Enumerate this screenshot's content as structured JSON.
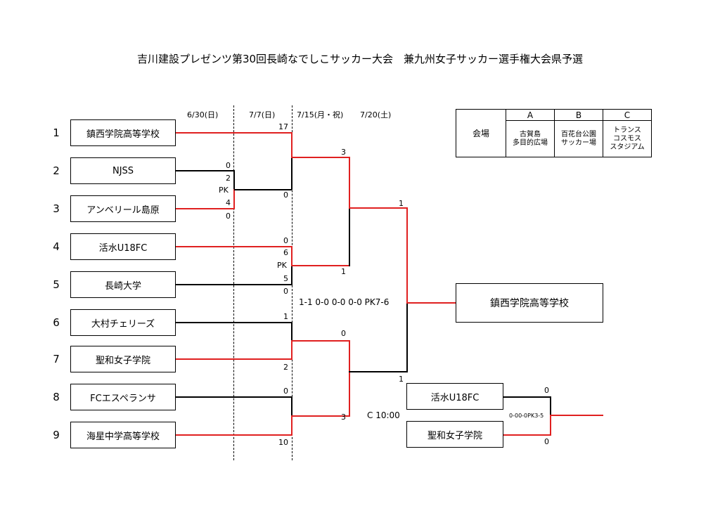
{
  "title": "吉川建設プレゼンツ第30回長崎なでしこサッカー大会　兼九州女子サッカー選手権大会県予選",
  "dates": [
    "6/30(日)",
    "7/7(日)",
    "7/15(月・祝)",
    "7/20(土)"
  ],
  "venue_table": {
    "label": "会場",
    "venues": [
      {
        "letter": "A",
        "name": "古賀島\n多目的広場"
      },
      {
        "letter": "B",
        "name": "百花台公園\nサッカー場"
      },
      {
        "letter": "C",
        "name": "トランス\nコスモス\nスタジアム"
      }
    ]
  },
  "teams": [
    {
      "no": "1",
      "name": "鎮西学院高等学校"
    },
    {
      "no": "2",
      "name": "NJSS"
    },
    {
      "no": "3",
      "name": "アンベリール島原"
    },
    {
      "no": "4",
      "name": "活水U18FC"
    },
    {
      "no": "5",
      "name": "長崎大学"
    },
    {
      "no": "6",
      "name": "大村チェリーズ"
    },
    {
      "no": "7",
      "name": "聖和女子学院"
    },
    {
      "no": "8",
      "name": "FCエスペランサ"
    },
    {
      "no": "9",
      "name": "海星中学高等学校"
    }
  ],
  "scores": {
    "r1_t2": "0",
    "r1_t2_pk": "2",
    "r1_pk": "PK",
    "r1_t3_pk": "4",
    "r1_t3": "0",
    "qf1_t1": "17",
    "qf1_t23": "0",
    "qf2_t4": "0",
    "qf2_t4_pk": "6",
    "qf2_pk": "PK",
    "qf2_t5_pk": "5",
    "qf2_t5": "0",
    "qf3_t6": "1",
    "qf3_t7": "2",
    "qf4_t8": "0",
    "qf4_t9": "10",
    "sf1_top": "3",
    "sf1_bottom": "1",
    "sf2_top": "0",
    "sf2_bottom": "3",
    "final_top": "1",
    "final_bottom": "1",
    "final_detail": "1-1 0-0 0-0 0-0 PK7-6",
    "third_top": "0",
    "third_bottom": "0",
    "third_detail": "0-00-0PK3-5"
  },
  "champion": "鎮西学院高等学校",
  "third_place": {
    "venue_time": "C  10:00",
    "team_top": "活水U18FC",
    "team_bottom": "聖和女子学院"
  },
  "colors": {
    "winner_line": "#e02020",
    "loser_line": "#000000"
  }
}
